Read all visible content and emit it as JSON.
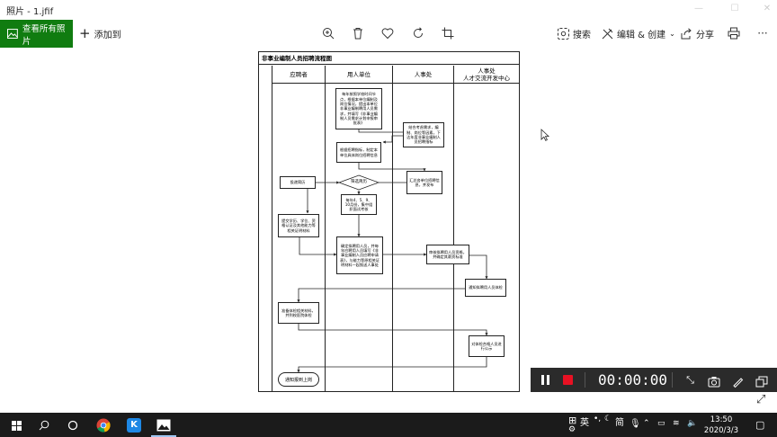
{
  "window": {
    "title": "照片 - 1.jfif"
  },
  "toolbar": {
    "view_all": "查看所有照片",
    "add_to": "添加到",
    "search": "搜索",
    "edit_create": "编辑 & 创建",
    "share": "分享"
  },
  "flowchart": {
    "title": "非事业编制人员招聘流程图",
    "lanes": [
      "应聘者",
      "用人单位",
      "人事处",
      "人事处\n人才交流开发中心"
    ],
    "steps": {
      "s1": "每年按照学校时间节点，根据本单位编制及岗位情况，提出本单位非事业编制聘用人员需求，并填写《非事业编制人员需求计划申报审批表》",
      "s2": "结合考虑需求，编制、岗位等因素，下达年度非事业编制人员招聘指标",
      "s3": "根据招聘指标，制定本单位具体岗位招聘信息",
      "s4": "汇总各单位招聘信息，并发布",
      "s5": "投递简历",
      "s6": "筛选简历",
      "s7": "每年4、5、9、10月份，集中组织面试考核",
      "s8": "提交学历、学位、资格认证及其他能力等相关证明材料",
      "s9": "确定拟聘用人员，并每年应聘用人员填写《非事业编制人员应聘申请表》，与能力等原相关证明材料一起报送人事处",
      "s10": "审核拟聘用人员资格，并确定其薪资标准",
      "s11": "通知拟聘用人员体检",
      "s12": "准备体检相关材料，并到校医院体检",
      "s13": "对体检合格人员进行公示",
      "s14": "通知报到上岗"
    }
  },
  "recording": {
    "timer": "00:00:00"
  },
  "taskbar": {
    "ime": "英",
    "ime2": "简",
    "time": "13:50",
    "date": "2020/3/3"
  },
  "colors": {
    "accent": "#107c10",
    "recbar": "#2b2b2b",
    "record": "#e81123",
    "taskbar": "#1b1b1b"
  }
}
